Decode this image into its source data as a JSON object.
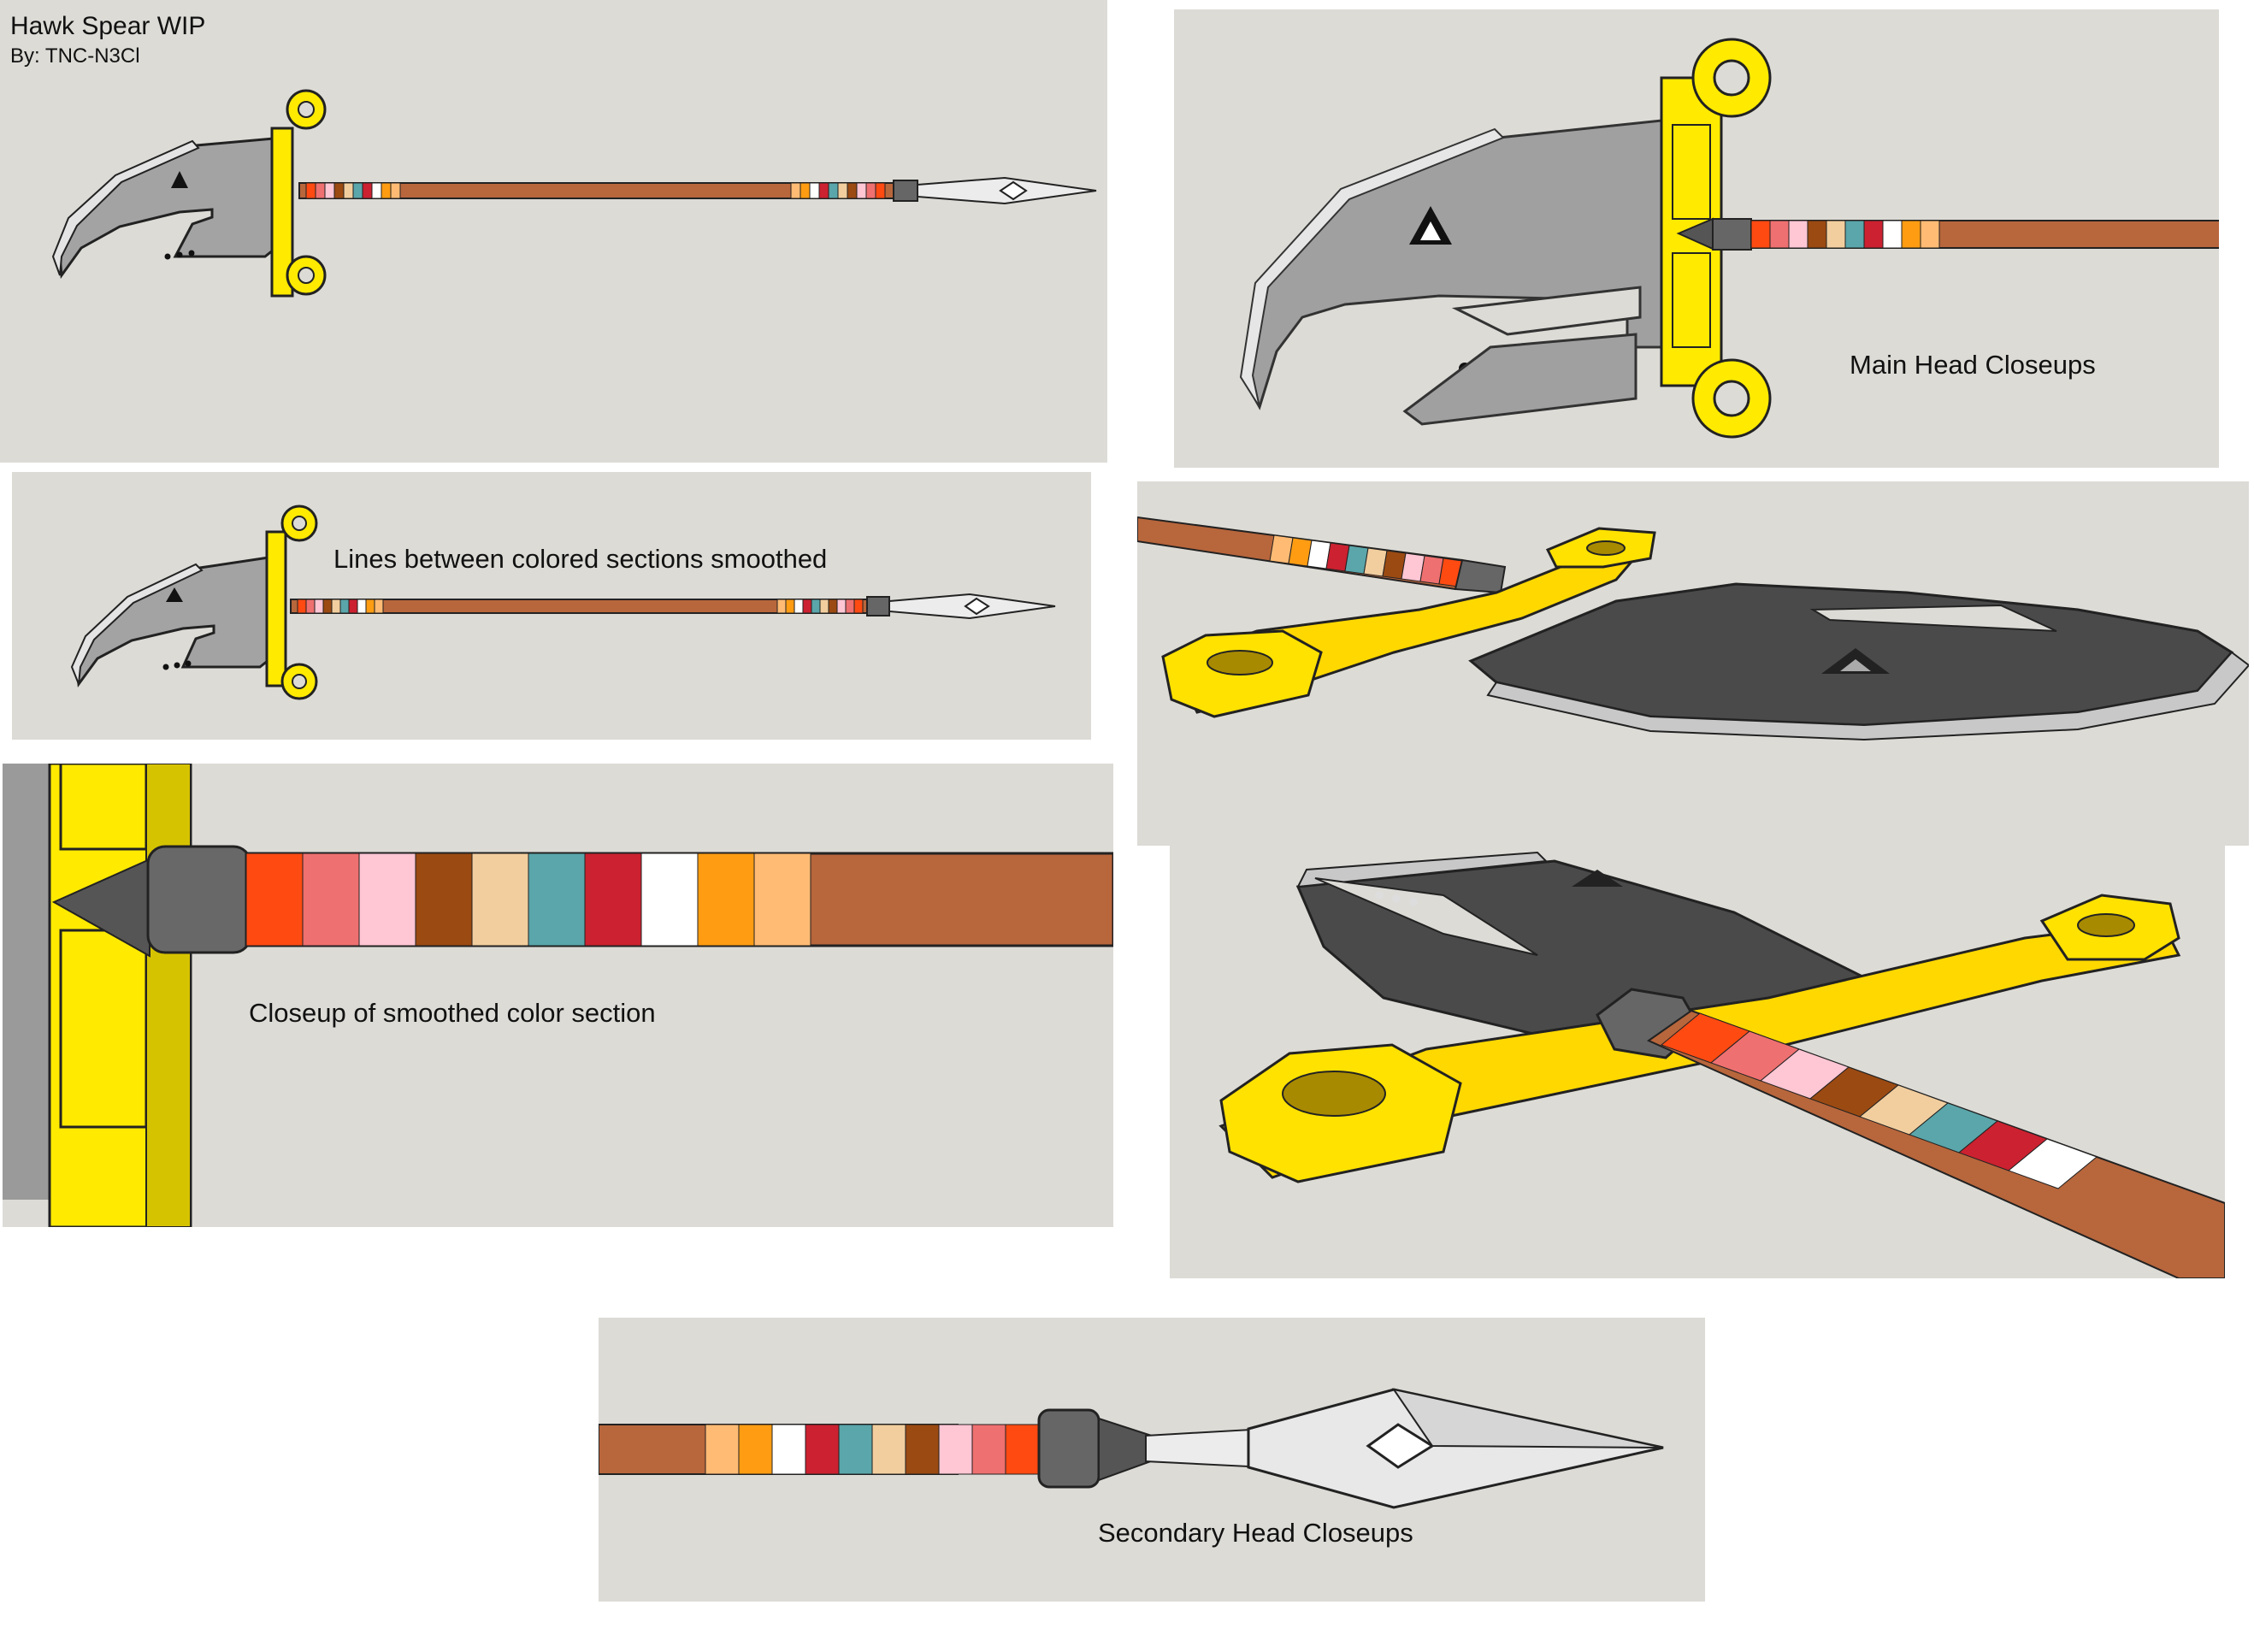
{
  "header": {
    "title": "Hawk Spear WIP",
    "author": "By: TNC-N3Cl"
  },
  "captions": {
    "main_head": "Main Head Closeups",
    "lines_smoothed": "Lines between colored sections smoothed",
    "closeup_color": "Closeup of smoothed color section",
    "secondary_head": "Secondary Head Closeups"
  },
  "colors": {
    "panel_bg": "#dcdbd6",
    "blade": "#a0a0a0",
    "blade_edge": "#e6e6e6",
    "guard": "#ffeb00",
    "shaft": "#b8663c",
    "ferrule": "#6a6a6a",
    "tip": "#e8e8e8"
  },
  "wrap_bands": [
    "#ff4a12",
    "#ef7070",
    "#ffc6d4",
    "#9b4a12",
    "#f2ce9e",
    "#5aa6aa",
    "#cc2130",
    "#ffffff",
    "#ff9c12",
    "#ffbb74"
  ]
}
